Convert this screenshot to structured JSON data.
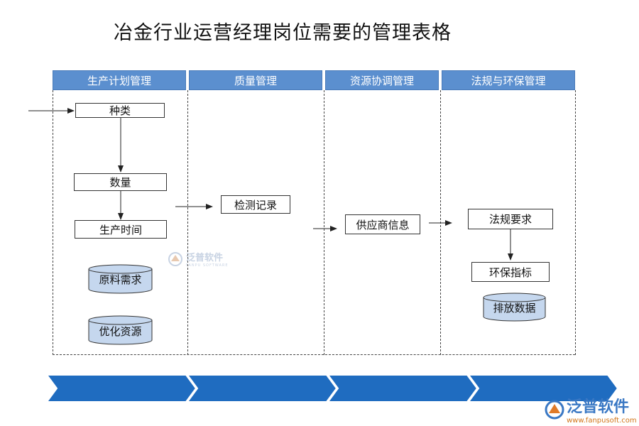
{
  "title": "冶金行业运营经理岗位需要的管理表格",
  "lanes": [
    {
      "label": "生产计划管理"
    },
    {
      "label": "质量管理"
    },
    {
      "label": "资源协调管理"
    },
    {
      "label": "法规与环保管理"
    }
  ],
  "nodes": {
    "zhonglei": "种类",
    "shuliang": "数量",
    "shengchan_shijian": "生产时间",
    "yuanliao_xuqiu": "原料需求",
    "youhua_ziyuan": "优化资源",
    "jiance_jilu": "检测记录",
    "gongying_shang_xinxi": "供应商信息",
    "fagui_yaoqiu": "法规要求",
    "huanbao_zhibiao": "环保指标",
    "paifang_shuju": "排放数据"
  },
  "watermark": {
    "name": "泛普软件",
    "sub": "FANPU SOFTWARE"
  },
  "logo": {
    "name": "泛普软件",
    "url": "www.fanpusoft.com"
  },
  "colors": {
    "header": "#5b8fcf",
    "chevron": "#1f6cc0",
    "cylinder": "#c5d7ee"
  }
}
